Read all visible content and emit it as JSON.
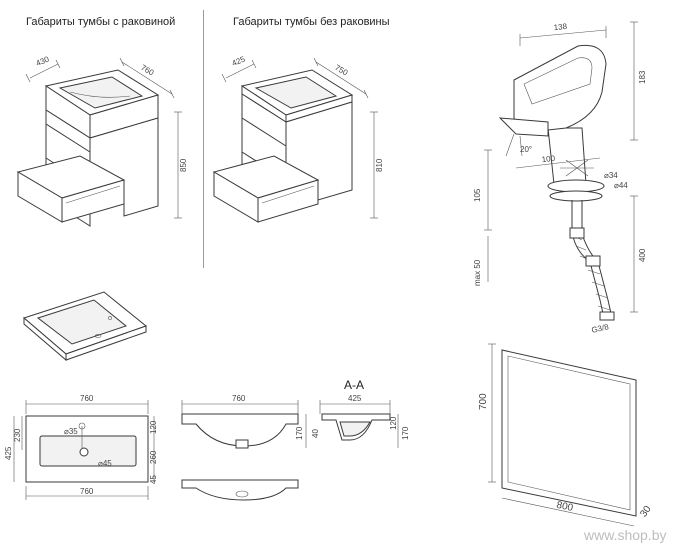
{
  "captions": {
    "with_sink": "Габариты тумбы с раковиной",
    "without_sink": "Габариты тумбы без раковины"
  },
  "cabinet_with_sink": {
    "depth": "430",
    "width": "760",
    "height": "850"
  },
  "cabinet_without_sink": {
    "depth": "425",
    "width": "750",
    "height": "810"
  },
  "faucet": {
    "reach": "138",
    "height": "183",
    "spout_offset": "100",
    "angle": "20°",
    "body_height": "105",
    "hole_34": "⌀34",
    "hole_44": "⌀44",
    "deck_max": "max 50",
    "hose_length": "400",
    "thread": "G3/8"
  },
  "sink_plan": {
    "width_top": "760",
    "width_bottom": "760",
    "overall_depth": "425",
    "left_230": "230",
    "right_120": "120",
    "right_260": "260",
    "right_45": "45",
    "hole_35": "⌀35",
    "hole_45": "⌀45"
  },
  "sink_elevation": {
    "width": "760",
    "height": "170"
  },
  "section_aa": {
    "title": "A-A",
    "depth": "425",
    "lip": "40",
    "right_120": "120",
    "right_170": "170"
  },
  "mirror": {
    "height": "700",
    "width": "800",
    "thickness": "30"
  },
  "watermark": "www.shop.by"
}
